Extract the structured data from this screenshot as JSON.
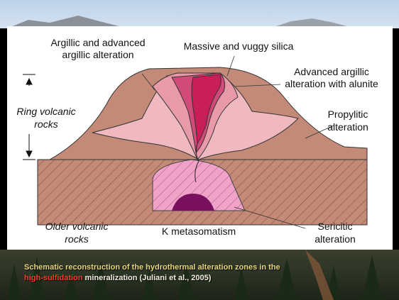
{
  "labels": {
    "argillic": [
      "Argillic and advanced",
      "argillic alteration"
    ],
    "silica": "Massive and vuggy silica",
    "alunite": [
      "Advanced argillic",
      "alteration with alunite"
    ],
    "ring": [
      "Ring volcanic",
      "rocks"
    ],
    "propylitic": [
      "Propylitic",
      "alteration"
    ],
    "older": [
      "Older volcanic",
      "rocks"
    ],
    "k_meta": "K metasomatism",
    "sericitic": [
      "Sericitic",
      "alteration"
    ]
  },
  "caption": {
    "line1": "Schematic reconstruction of the hydrothermal alteration zones in the",
    "highlight": "high-sulfidation",
    "rest": " mineralization (Juliani et al., 2005)"
  },
  "colors": {
    "outer_brown": "#c48a78",
    "pale_pink": "#f0b8bf",
    "pink": "#e89aa8",
    "magenta": "#d04a7a",
    "deep_magenta": "#c81e5a",
    "purple": "#7a1060",
    "intrusion": "#f0a2c8"
  }
}
